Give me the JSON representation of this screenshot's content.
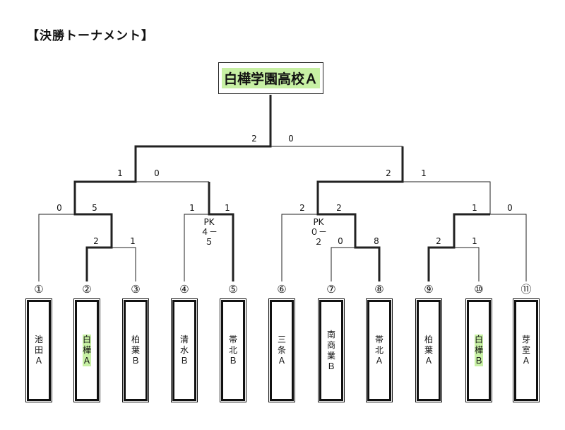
{
  "title": "【決勝トーナメント】",
  "winner": {
    "name": "白樺学園高校Ａ",
    "highlight": "#c7f0a4"
  },
  "teams": [
    {
      "num": "①",
      "name": "池\n田\nＡ",
      "highlight": false
    },
    {
      "num": "②",
      "name": "白\n樺\nＡ",
      "highlight": true
    },
    {
      "num": "③",
      "name": "柏\n葉\nＢ",
      "highlight": false
    },
    {
      "num": "④",
      "name": "清\n水\nＢ",
      "highlight": false
    },
    {
      "num": "⑤",
      "name": "帯\n北\nＢ",
      "highlight": false
    },
    {
      "num": "⑥",
      "name": "三\n条\nＡ",
      "highlight": false
    },
    {
      "num": "⑦",
      "name": "南\n商\n業\nＢ",
      "highlight": false
    },
    {
      "num": "⑧",
      "name": "帯\n北\nＡ",
      "highlight": false
    },
    {
      "num": "⑨",
      "name": "柏\n葉\nＡ",
      "highlight": false
    },
    {
      "num": "⑩",
      "name": "白\n樺\nＢ",
      "highlight": true
    },
    {
      "num": "⑪",
      "name": "芽\n室\nＡ",
      "highlight": false
    }
  ],
  "scores": {
    "final_left": "2",
    "final_right": "0",
    "sf1_left": "1",
    "sf1_right": "0",
    "sf2_left": "2",
    "sf2_right": "1",
    "q_a_left": "0",
    "q_a_right": "5",
    "q_b_left": "1",
    "q_b_right": "1",
    "q_c_left": "2",
    "q_c_right": "2",
    "q_d_left": "1",
    "q_d_right": "0",
    "r1_a_left": "2",
    "r1_a_right": "1",
    "r1_b_left": "0",
    "r1_b_right": "8",
    "r1_c_left": "2",
    "r1_c_right": "1"
  },
  "pk": {
    "q_b": {
      "label": "PK",
      "score": "４－",
      "score2": "５"
    },
    "q_c": {
      "label": "PK",
      "score": "０－",
      "score2": "２"
    }
  },
  "colors": {
    "highlight": "#c7f0a4",
    "line": "#222222"
  }
}
